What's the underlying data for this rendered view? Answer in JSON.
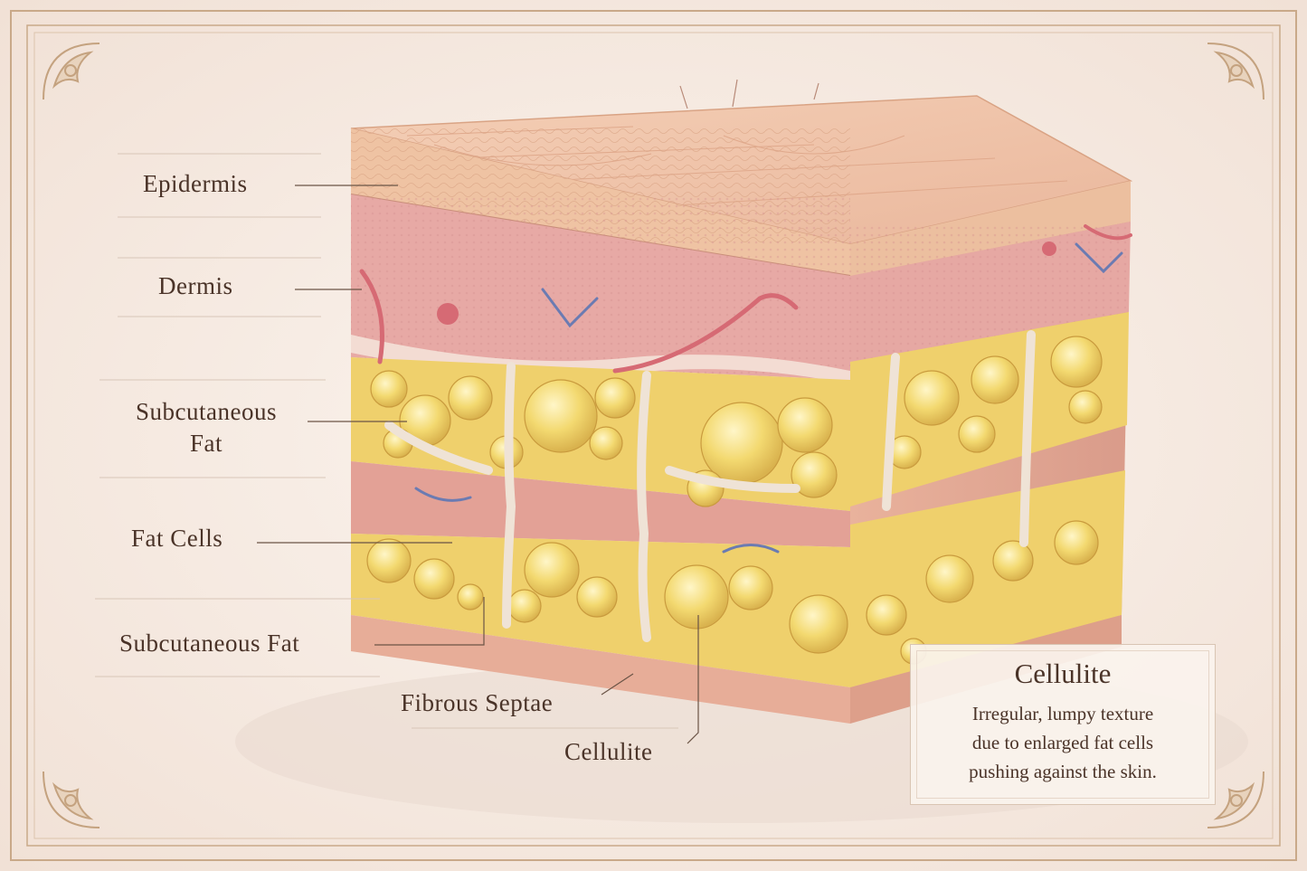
{
  "labels": {
    "epidermis": "Epidermis",
    "dermis": "Dermis",
    "subcutaneous_fat_1_line1": "Subcutaneous",
    "subcutaneous_fat_1_line2": "Fat",
    "fat_cells": "Fat Cells",
    "subcutaneous_fat_2": "Subcutaneous Fat",
    "fibrous_septae": "Fibrous Septae",
    "cellulite": "Cellulite"
  },
  "callout": {
    "title": "Cellulite",
    "description_lines": [
      "Irregular, lumpy texture",
      "due to enlarged fat cells",
      "pushing against the skin."
    ]
  },
  "colors": {
    "background": "#f7ede6",
    "frame": "#c9a989",
    "epidermis": "#efc3a3",
    "dermis": "#e7a9a5",
    "fat": "#f1d26a",
    "septae": "#efe3d6",
    "text": "#4a3328"
  }
}
